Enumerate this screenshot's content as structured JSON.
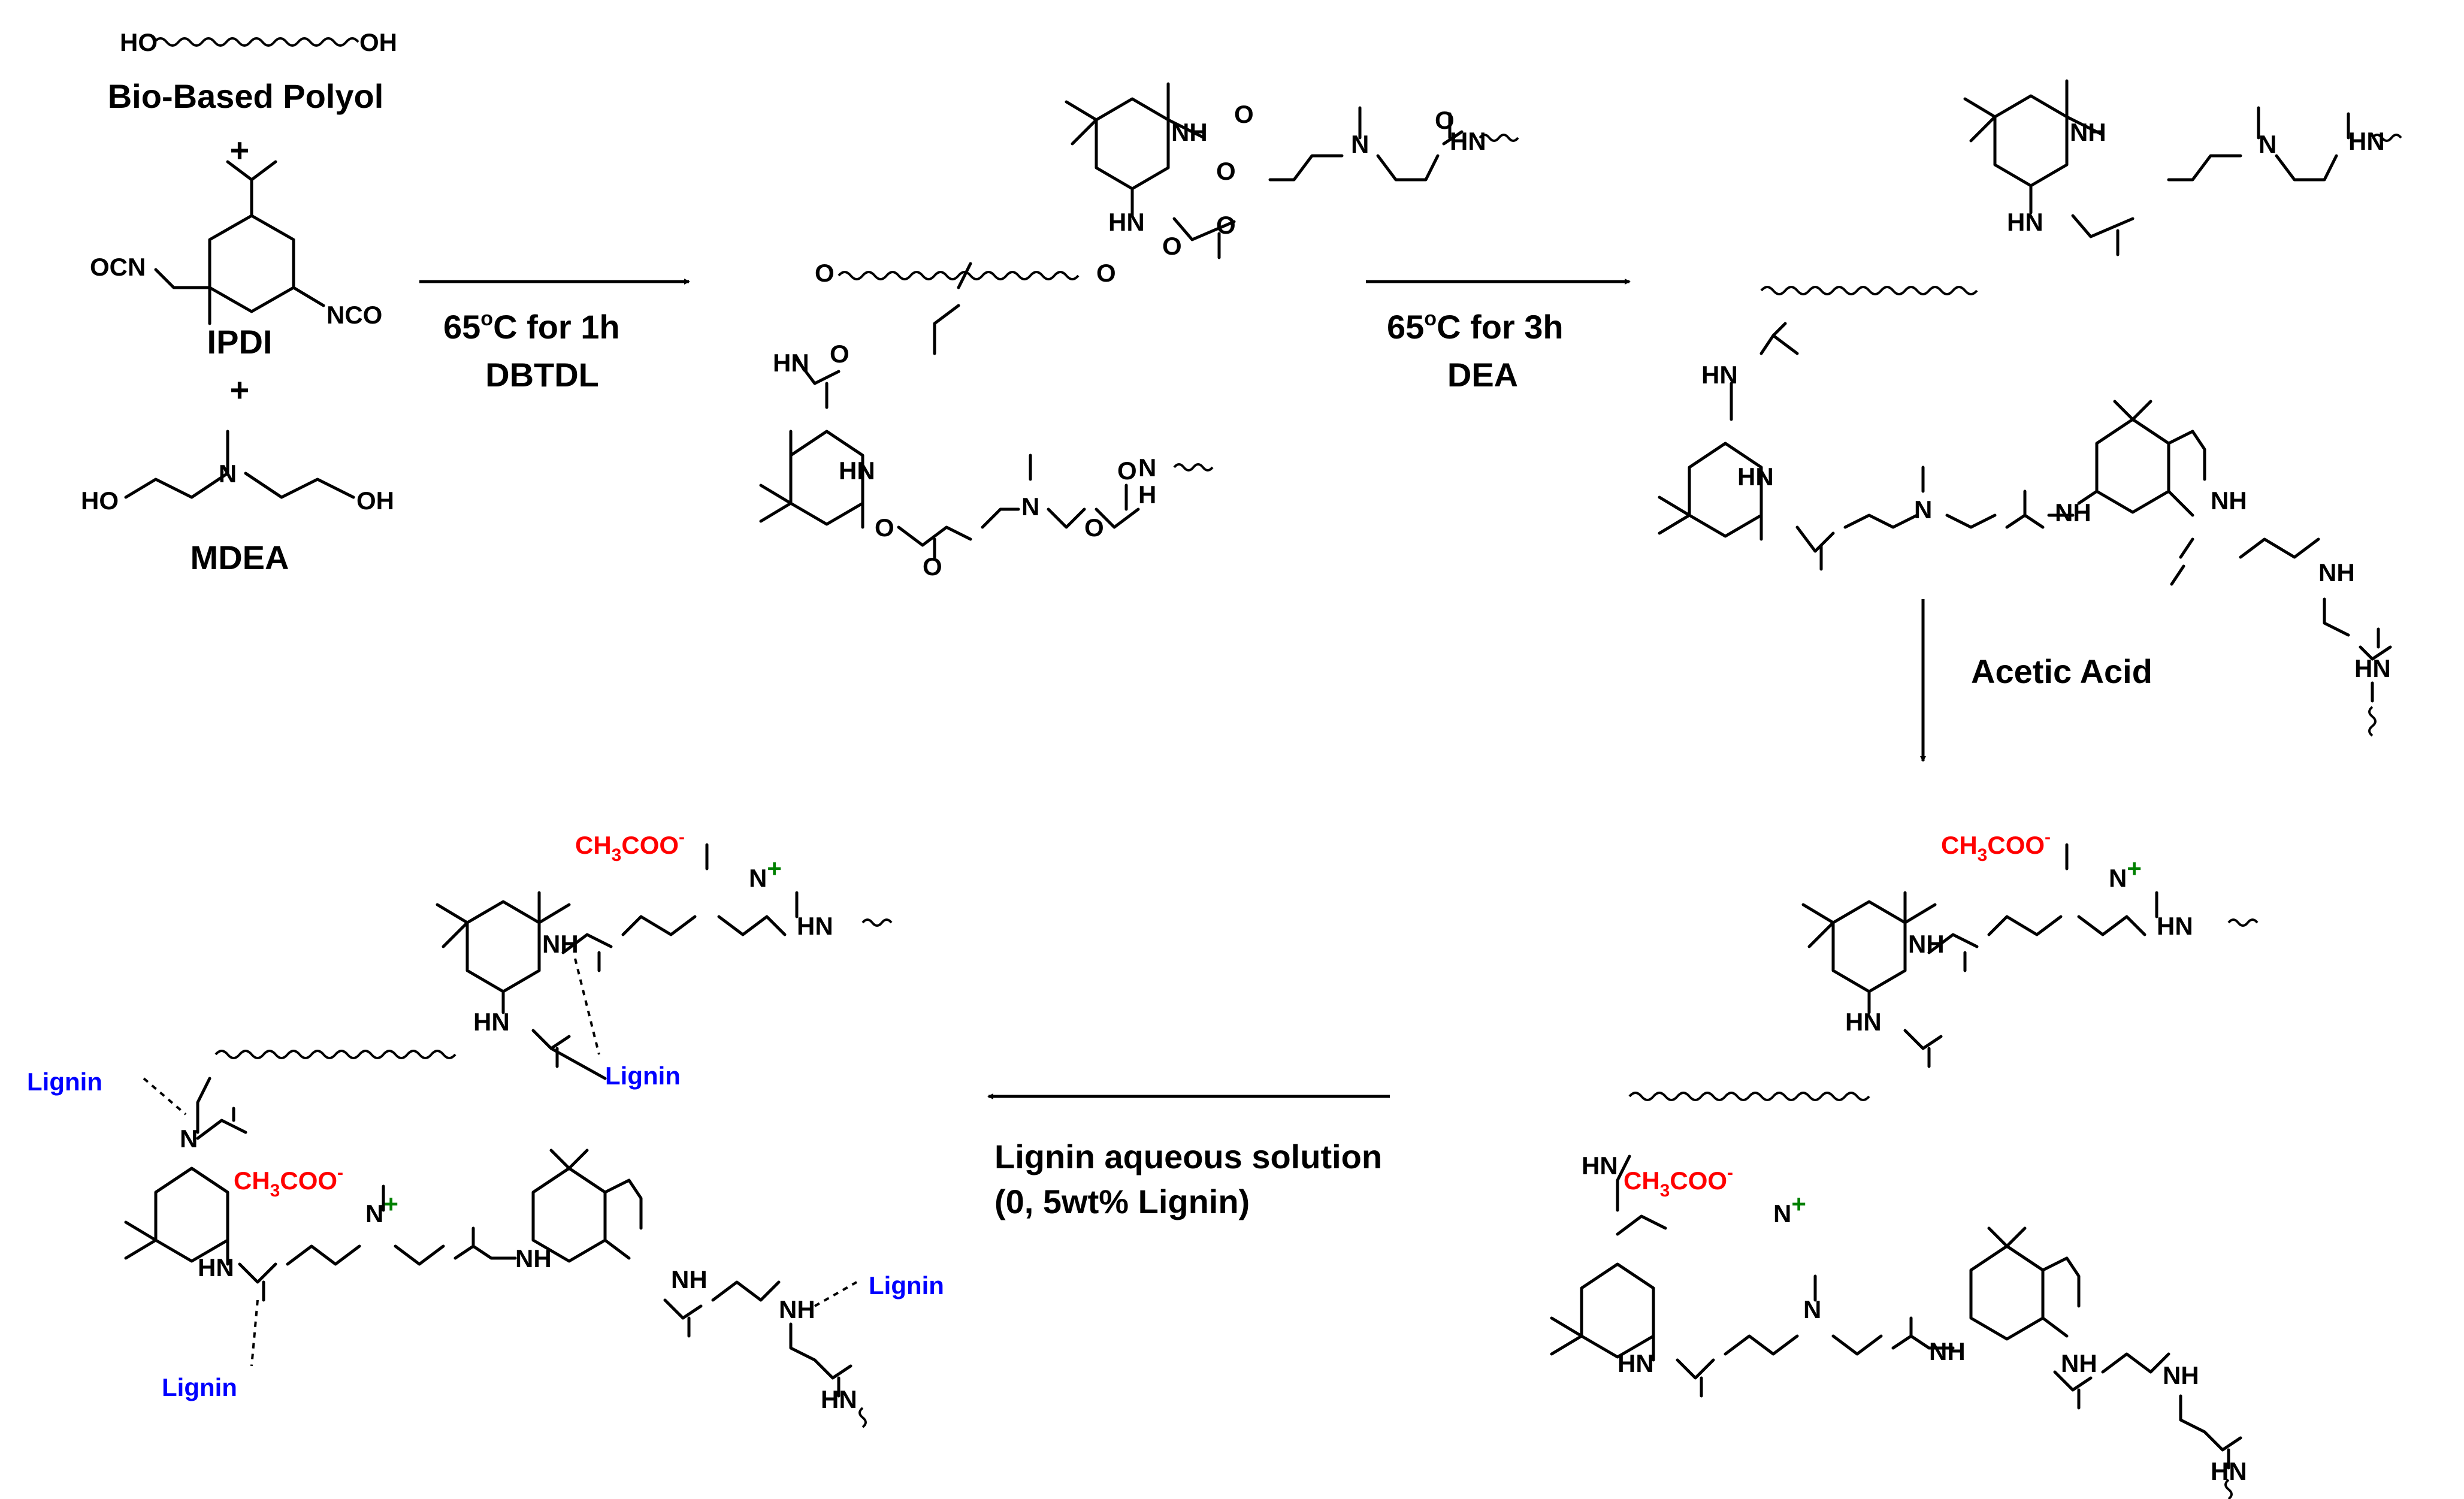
{
  "start": {
    "polyol_ends": [
      "HO",
      "OH"
    ],
    "polyol_label": "Bio-Based Polyol",
    "plus": "+",
    "ipdi_groups": [
      "OCN",
      "NCO"
    ],
    "ipdi_label": "IPDI",
    "mdea_groups": [
      "HO",
      "N",
      "OH"
    ],
    "mdea_label": "MDEA"
  },
  "steps": {
    "step1": {
      "temp": "65",
      "sup": "o",
      "unit": "C for 1h",
      "catalyst": "DBTDL"
    },
    "step2": {
      "temp": "65",
      "sup": "o",
      "unit": "C for 3h",
      "catalyst": "DEA"
    },
    "step3": {
      "reagent": "Acetic Acid"
    },
    "step4": {
      "line1": "Lignin aqueous solution",
      "line2": "(0, 5wt% Lignin)"
    }
  },
  "atoms": {
    "HN": "HN",
    "NH": "NH",
    "N": "N",
    "H": "H",
    "O": "O",
    "plus": "+",
    "acetate": "CH",
    "acetate_sub": "3",
    "acetate_end": "COO",
    "acetate_sup": "-",
    "lignin": "Lignin"
  },
  "colors": {
    "counterion": "#ff0000",
    "lignin": "#0000ff",
    "charge": "#008000"
  }
}
